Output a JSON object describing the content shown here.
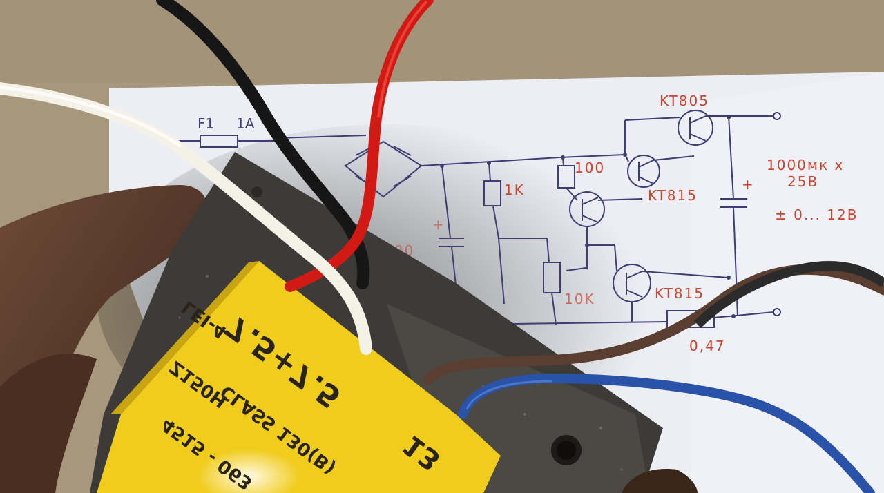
{
  "colors": {
    "table": "#a7977d",
    "paper": "#eceef4",
    "ink_blue": "#3b3f73",
    "ink_red": "#c8452e",
    "label_yellow": "#f0cc1c",
    "core_gray": "#3d3b37"
  },
  "schematic": {
    "fuse_label": "F1",
    "fuse_rating": "1A",
    "q_top": "KT805",
    "q_mid": "KT815",
    "q_low": "KT815",
    "r_1k": "1K",
    "r_100": "100",
    "pot_10k": "10K",
    "r_047": "0,47",
    "cap_value": "1000мк х",
    "cap_voltage": "25В",
    "output_range": "± 0... 12В",
    "partial_cap": "100",
    "plus_sign": "+"
  },
  "transformer_label": {
    "voltage_marking": "7.5+7.5",
    "line1": "LEI-4",
    "line2": "Z150H",
    "line3": "CLASS 130(B)",
    "line4": "4515 - 063",
    "number": "13"
  }
}
